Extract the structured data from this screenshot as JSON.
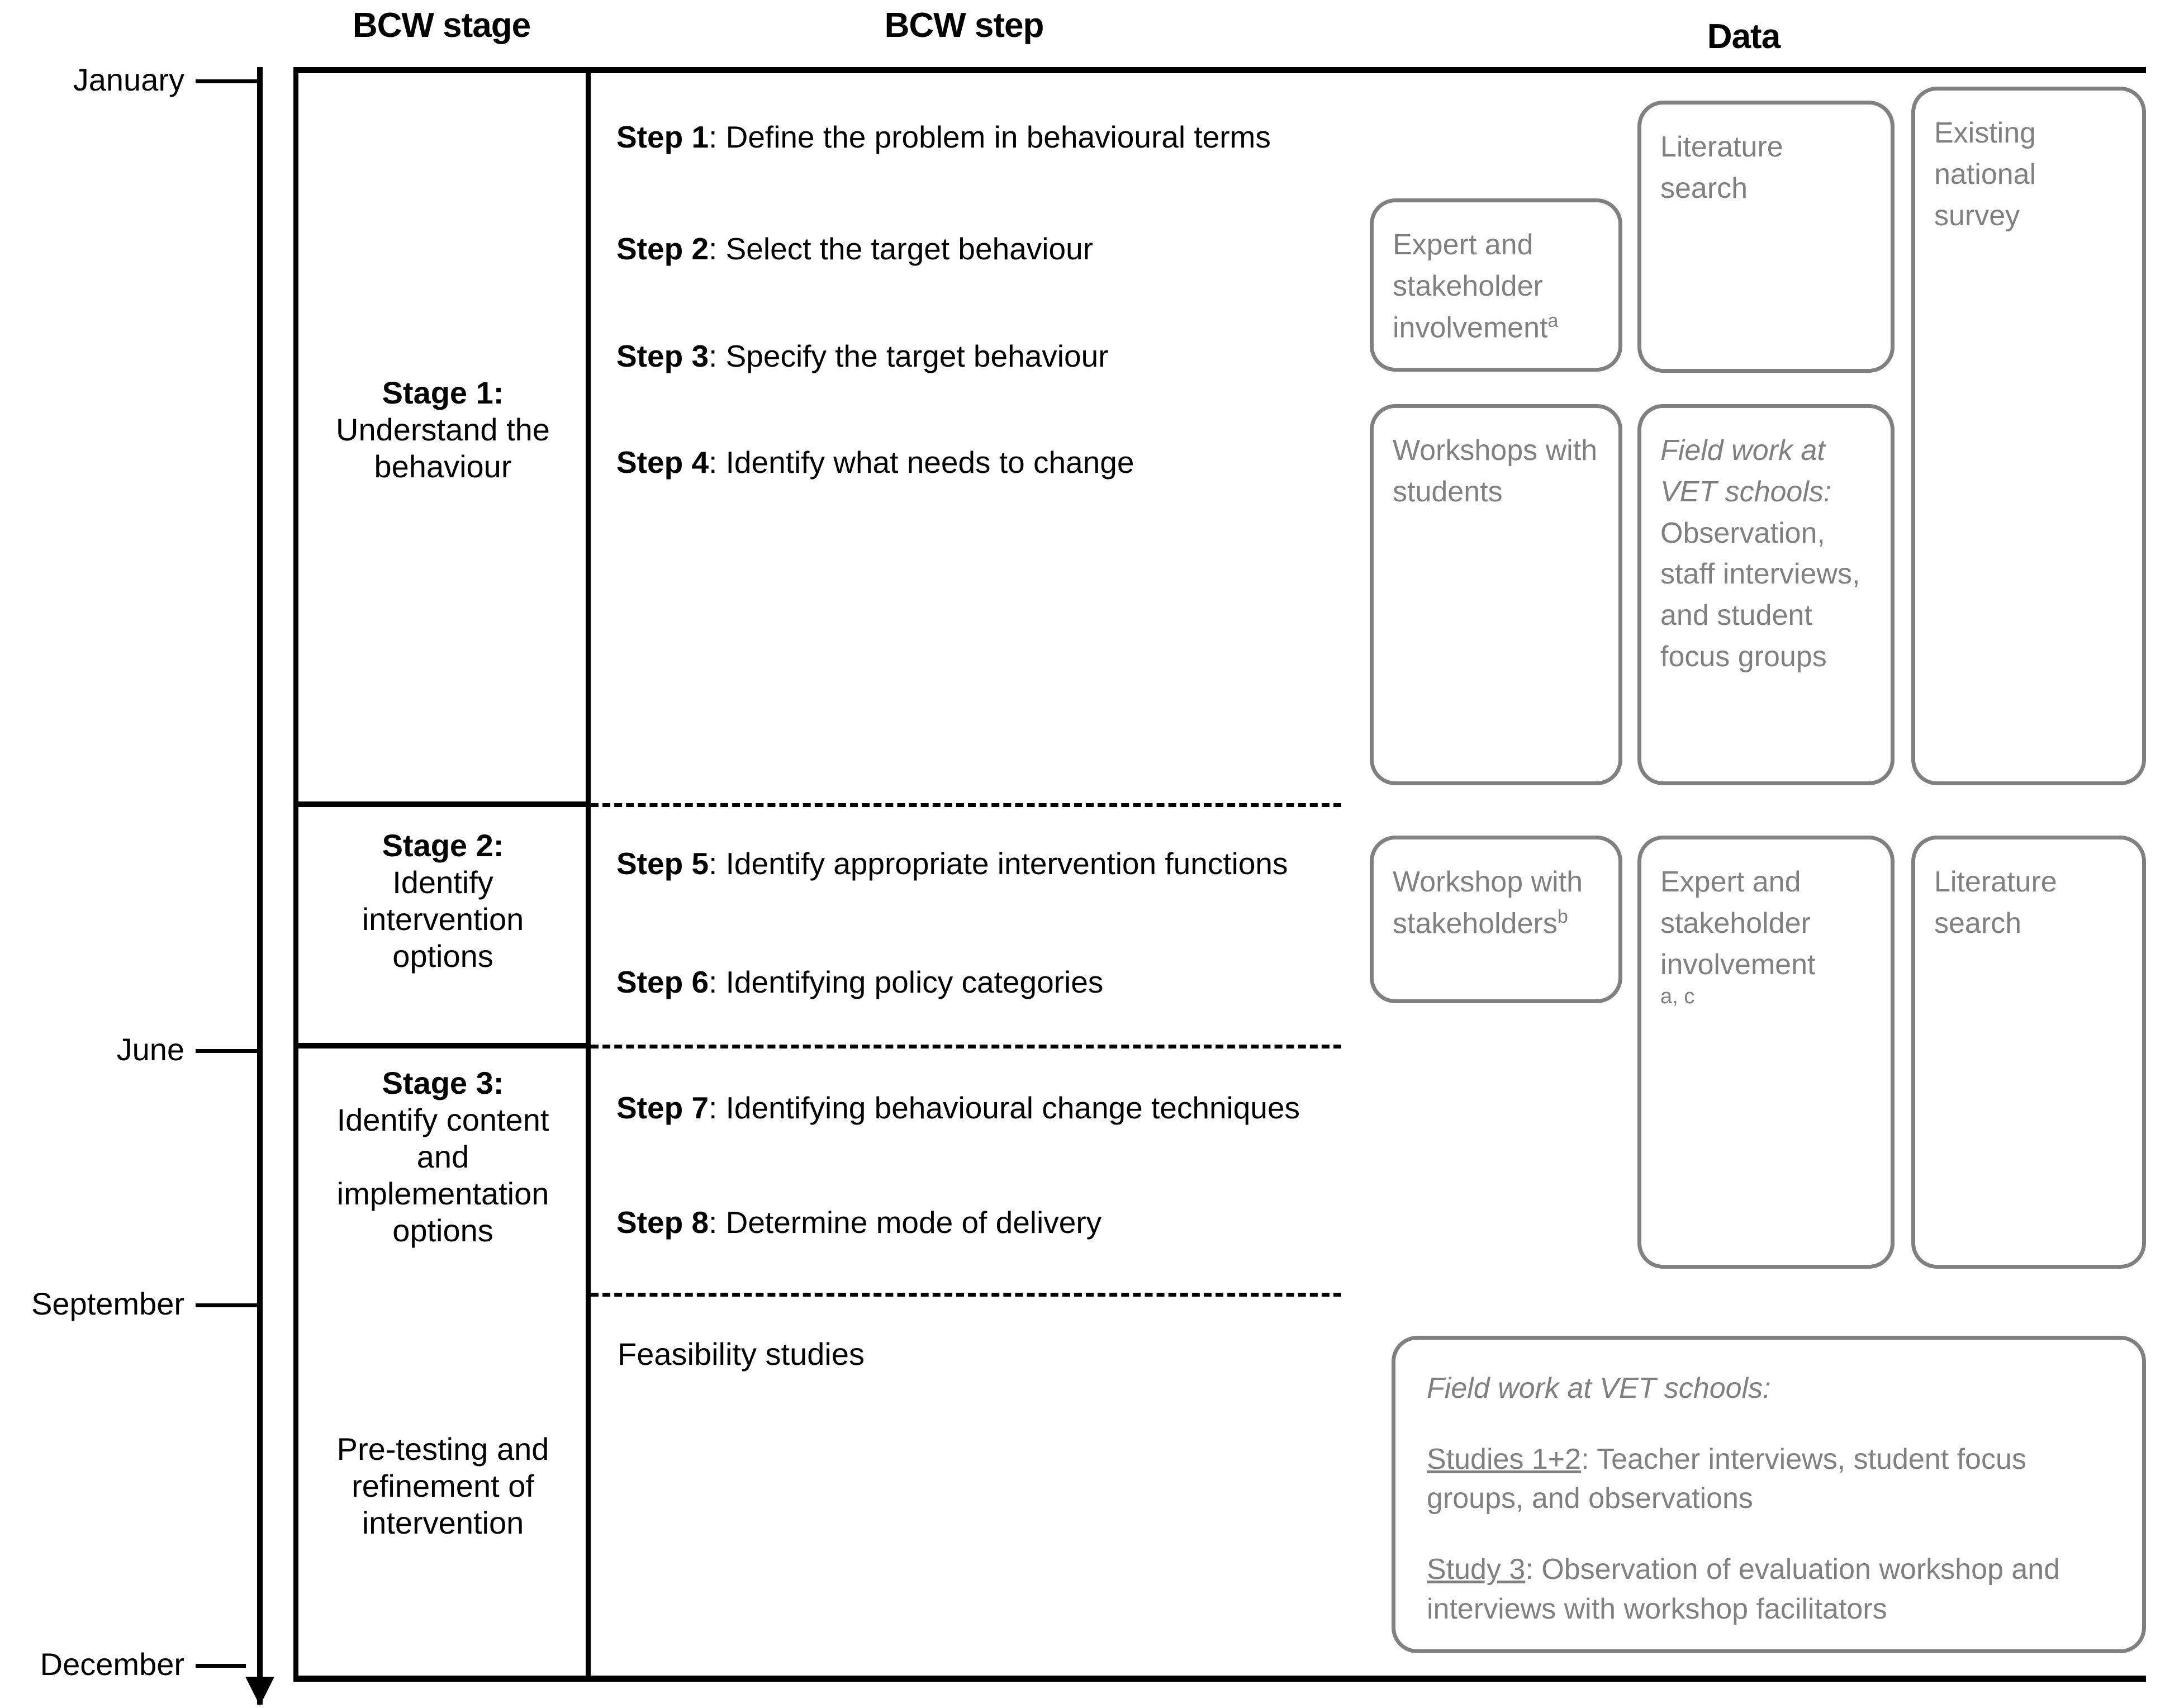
{
  "headers": {
    "stage": "BCW stage",
    "step": "BCW step",
    "data": "Data"
  },
  "timeline": {
    "months": [
      "January",
      "June",
      "September",
      "December"
    ]
  },
  "stages": [
    {
      "title": "Stage 1:",
      "body_line1": "Understand the",
      "body_line2": "behaviour"
    },
    {
      "title": "Stage 2:",
      "body_line1": "Identify",
      "body_line2": "intervention",
      "body_line3": "options"
    },
    {
      "title": "Stage 3:",
      "body_line1": "Identify content",
      "body_line2": "and",
      "body_line3": "implementation",
      "body_line4": "options"
    },
    {
      "title": "",
      "body_line1": "Pre-testing and",
      "body_line2": "refinement of",
      "body_line3": "intervention"
    }
  ],
  "steps": [
    {
      "label": "Step 1",
      "text": ": Define the problem in  behavioural  terms"
    },
    {
      "label": "Step 2",
      "text": ": Select the target   behaviour"
    },
    {
      "label": "Step 3",
      "text": ": Specify the target   behaviour"
    },
    {
      "label": "Step 4",
      "text": ": Identify what needs to change"
    },
    {
      "label": "Step 5",
      "text": ": Identify appropriate intervention functions"
    },
    {
      "label": "Step 6",
      "text": ": Identifying policy categories"
    },
    {
      "label": "Step 7",
      "text": ": Identifying  behavioural  change techniques"
    },
    {
      "label": "Step 8",
      "text": ": Determine mode of delivery"
    }
  ],
  "feasibility_label": "Feasibility studies",
  "data_boxes": {
    "expert_stakeholder_1": {
      "text": "Expert and stakeholder involvement",
      "note": "a"
    },
    "literature_search_1": {
      "text": "Literature search"
    },
    "existing_national_survey": {
      "text": "Existing national survey"
    },
    "workshops_with_students": {
      "text": "Workshops with students"
    },
    "field_work_stage1": {
      "heading": "Field work at VET schools:",
      "text": "Observation, staff interviews, and student focus groups"
    },
    "workshop_with_stakeholders": {
      "text": "Workshop with stakeholders",
      "note": "b"
    },
    "expert_stakeholder_2": {
      "text": "Expert and stakeholder involvement",
      "note": "a, c"
    },
    "literature_search_2": {
      "text": "Literature search"
    },
    "field_work_feasibility": {
      "heading": "Field work at VET schools:",
      "studies_12_label": "Studies 1+2",
      "studies_12_text": ": Teacher interviews, student focus groups, and observations",
      "study_3_label": "Study 3",
      "study_3_text": ": Observation of evaluation workshop and interviews with workshop facilitators"
    }
  },
  "colors": {
    "line": "#000000",
    "box_border": "#808080",
    "box_text": "#808080"
  }
}
